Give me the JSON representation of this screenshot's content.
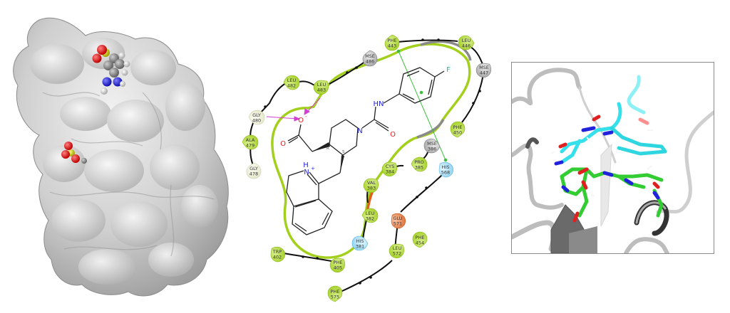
{
  "panels": {
    "surface": {
      "description": "Protein molecular surface with bound ligands (space-filling)"
    },
    "interaction_diagram": {
      "description": "2D ligand interaction diagram"
    },
    "pose_overlay": {
      "description": "3D docking pose overlay (cartoon + sticks)"
    }
  },
  "colors": {
    "surface_gray": "#cfcfcf",
    "hydrophobic": "#a8d42a",
    "polar_pale": "#eef0d8",
    "gray_residue": "#9a9a9a",
    "positive_his": "#8fd3f0",
    "negative_glu": "#e0733a",
    "hbond_arrow": "#d040d0",
    "pi_stack_line": "#3cbf3c",
    "pocket_outline": "#9fcc1e",
    "ligand_cyan": "#35e0ea",
    "ligand_green": "#33cc33",
    "oxygen_red": "#e02020",
    "nitrogen_blue": "#2222dd",
    "sulfur_yellow": "#c8c828"
  },
  "ligand": {
    "atoms": {
      "O_minus": "O",
      "O_minus_charge": "-",
      "O_carbonyl": "O",
      "N_piperidine": "N",
      "NH": "HN",
      "O_urea": "O",
      "F": "F",
      "NH_plus_H": "H",
      "NH_plus_N": "N",
      "NH_plus_charge": "+",
      "stereo_R": "R",
      "stereo_S": "S"
    }
  },
  "residues": [
    {
      "id": "phe443",
      "name": "PHE",
      "num": "443",
      "type": "hydrophobic"
    },
    {
      "id": "leu446",
      "name": "LEU",
      "num": "446",
      "type": "hydrophobic"
    },
    {
      "id": "mse447",
      "name": "MSE",
      "num": "447",
      "type": "gray"
    },
    {
      "id": "mse486",
      "name": "MSE",
      "num": "486",
      "type": "gray"
    },
    {
      "id": "leu482",
      "name": "LEU",
      "num": "482",
      "type": "hydrophobic"
    },
    {
      "id": "leu483",
      "name": "LEU",
      "num": "483",
      "type": "hydrophobic"
    },
    {
      "id": "gly480",
      "name": "GLY",
      "num": "480",
      "type": "polar"
    },
    {
      "id": "ala479",
      "name": "ALA",
      "num": "479",
      "type": "hydrophobic"
    },
    {
      "id": "gly478",
      "name": "GLY",
      "num": "478",
      "type": "polar"
    },
    {
      "id": "phe450",
      "name": "PHE",
      "num": "450",
      "type": "hydrophobic"
    },
    {
      "id": "mse386",
      "name": "MSE",
      "num": "386",
      "type": "gray"
    },
    {
      "id": "pro385",
      "name": "PRO",
      "num": "385",
      "type": "hydrophobic"
    },
    {
      "id": "his568",
      "name": "HIS",
      "num": "568",
      "type": "positive"
    },
    {
      "id": "cys384",
      "name": "CYS",
      "num": "384",
      "type": "hydrophobic"
    },
    {
      "id": "val383",
      "name": "VAL",
      "num": "383",
      "type": "hydrophobic"
    },
    {
      "id": "leu382",
      "name": "LEU",
      "num": "382",
      "type": "hydrophobic"
    },
    {
      "id": "his381",
      "name": "HIS",
      "num": "381",
      "type": "positive"
    },
    {
      "id": "glu571",
      "name": "GLU",
      "num": "571",
      "type": "negative"
    },
    {
      "id": "phe454",
      "name": "PHE",
      "num": "454",
      "type": "hydrophobic"
    },
    {
      "id": "leu572",
      "name": "LEU",
      "num": "572",
      "type": "hydrophobic"
    },
    {
      "id": "trp402",
      "name": "TRP",
      "num": "402",
      "type": "hydrophobic"
    },
    {
      "id": "phe405",
      "name": "PHE",
      "num": "405",
      "type": "hydrophobic"
    },
    {
      "id": "phe575",
      "name": "PHE",
      "num": "575",
      "type": "hydrophobic"
    }
  ]
}
